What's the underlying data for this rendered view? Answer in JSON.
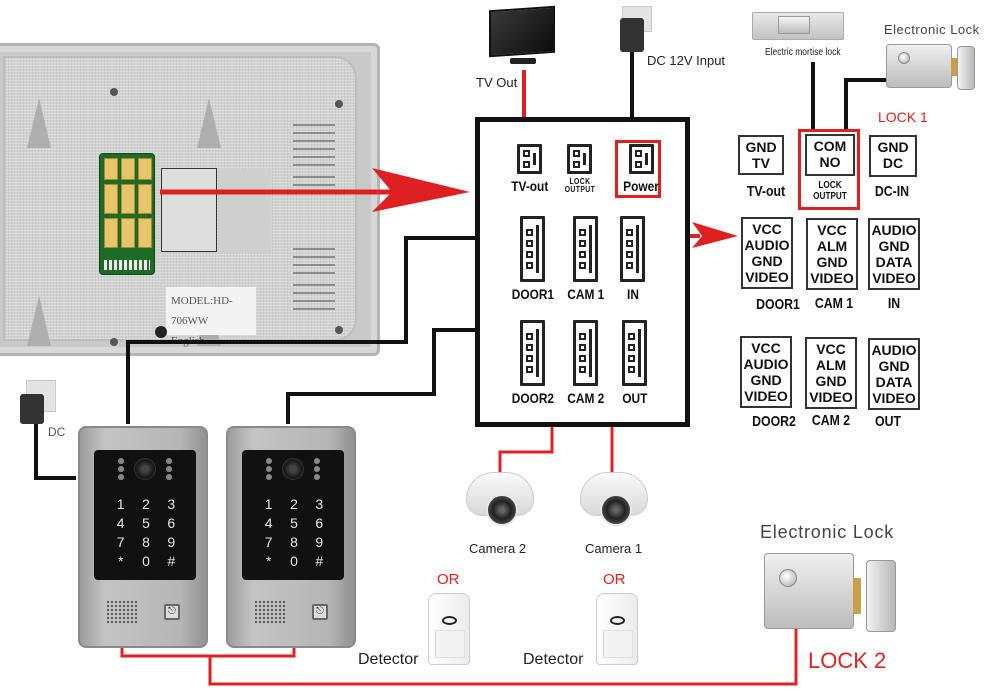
{
  "diagram": {
    "title": "Video intercom wiring diagram",
    "monitor": {
      "model": "MODEL:HD-706WW",
      "language": "English"
    },
    "connector_panel": {
      "ports": [
        {
          "id": "tv-out",
          "label": "TV-out",
          "pins": 2,
          "highlighted": false
        },
        {
          "id": "lock-output",
          "label_line1": "LOCK",
          "label_line2": "OUTPUT",
          "pins": 2,
          "highlighted": false
        },
        {
          "id": "power",
          "label": "Power",
          "pins": 2,
          "highlighted": true
        },
        {
          "id": "door1",
          "label": "DOOR1",
          "pins": 4
        },
        {
          "id": "cam1",
          "label": "CAM 1",
          "pins": 4
        },
        {
          "id": "in",
          "label": "IN",
          "pins": 4
        },
        {
          "id": "door2",
          "label": "DOOR2",
          "pins": 4
        },
        {
          "id": "cam2",
          "label": "CAM 2",
          "pins": 4
        },
        {
          "id": "out",
          "label": "OUT",
          "pins": 4
        }
      ]
    },
    "pinouts": [
      {
        "id": "tv-out",
        "pins": [
          "GND",
          "TV"
        ],
        "name": "TV-out"
      },
      {
        "id": "lock-output",
        "pins": [
          "COM",
          "NO"
        ],
        "name_line1": "LOCK",
        "name_line2": "OUTPUT",
        "highlighted": true
      },
      {
        "id": "dc-in",
        "pins": [
          "GND",
          "DC"
        ],
        "name": "DC-IN"
      },
      {
        "id": "door1",
        "pins": [
          "VCC",
          "AUDIO",
          "GND",
          "VIDEO"
        ],
        "name": "DOOR1"
      },
      {
        "id": "cam1",
        "pins": [
          "VCC",
          "ALM",
          "GND",
          "VIDEO"
        ],
        "name": "CAM 1"
      },
      {
        "id": "in",
        "pins": [
          "AUDIO",
          "GND",
          "DATA",
          "VIDEO"
        ],
        "name": "IN"
      },
      {
        "id": "door2",
        "pins": [
          "VCC",
          "AUDIO",
          "GND",
          "VIDEO"
        ],
        "name": "DOOR2"
      },
      {
        "id": "cam2",
        "pins": [
          "VCC",
          "ALM",
          "GND",
          "VIDEO"
        ],
        "name": "CAM 2"
      },
      {
        "id": "out",
        "pins": [
          "AUDIO",
          "GND",
          "DATA",
          "VIDEO"
        ],
        "name": "OUT"
      }
    ],
    "labels": {
      "tv_out": "TV Out",
      "dc_12v_input": "DC 12V Input",
      "electric_mortise_lock": "Electric mortise lock",
      "electronic_lock_top": "Electronic Lock",
      "lock1": "LOCK 1",
      "dc": "DC",
      "camera2": "Camera 2",
      "camera1": "Camera 1",
      "or_left": "OR",
      "or_right": "OR",
      "detector_left": "Detector",
      "detector_right": "Detector",
      "electronic_lock_bottom": "Electronic Lock",
      "lock2": "LOCK 2"
    },
    "door_station": {
      "keys": [
        "1",
        "2",
        "3",
        "4",
        "5",
        "6",
        "7",
        "8",
        "9",
        "*",
        "0",
        "#"
      ],
      "bell_icon": "bell-icon"
    },
    "colors": {
      "wire_red": "#e02020",
      "wire_black": "#111111",
      "highlight_red": "#e02020"
    }
  }
}
